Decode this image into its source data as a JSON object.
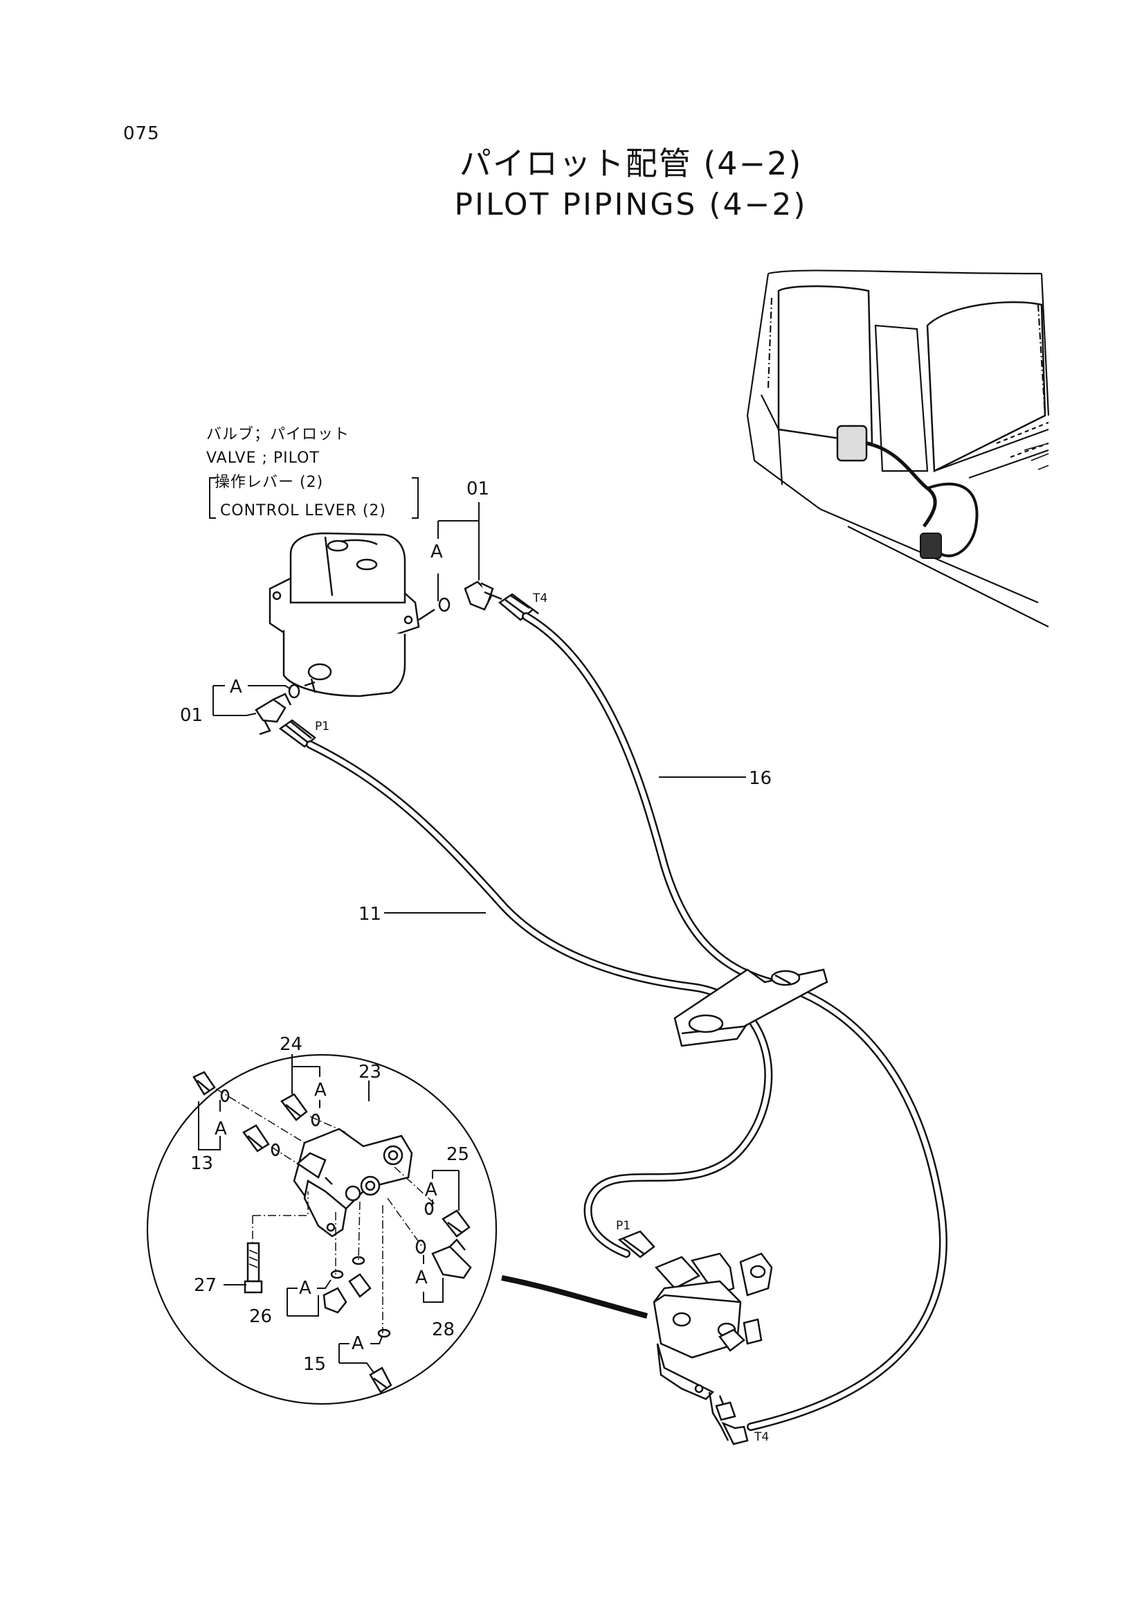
{
  "page_number": "075",
  "title_jp": "パイロット配管 (4−2)",
  "title_en": "PILOT PIPINGS (4−2)",
  "valve_note": {
    "line1": "バルブ；パイロット",
    "line2": "VALVE ; PILOT",
    "line3": "操作レバー (2)",
    "line4": "CONTROL LEVER (2)"
  },
  "part_numbers": {
    "p01_top": "01",
    "p01_left": "01",
    "p11": "11",
    "p13": "13",
    "p15": "15",
    "p16": "16",
    "p23": "23",
    "p24": "24",
    "p25": "25",
    "p26": "26",
    "p27": "27",
    "p28": "28"
  },
  "callouts": {
    "a": "A"
  },
  "port_labels": {
    "t4_top": "T4",
    "p1_top": "P1",
    "p1_bottom": "P1",
    "t4_bottom": "T4"
  }
}
